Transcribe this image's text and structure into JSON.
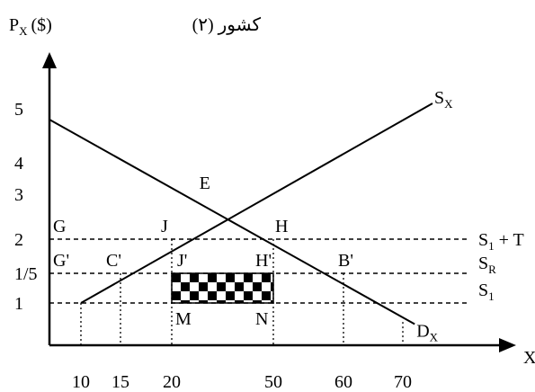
{
  "chart_data": {
    "type": "line",
    "title": "كشور (۲)",
    "ylabel_main": "P",
    "ylabel_sub": "X",
    "ylabel_unit": "($)",
    "xlabel": "X",
    "y_ticks": [
      {
        "label": "5",
        "value": 5
      },
      {
        "label": "4",
        "value": 4
      },
      {
        "label": "3",
        "value": 3
      },
      {
        "label": "2",
        "value": 2
      },
      {
        "label": "1/5",
        "value": 1.5
      },
      {
        "label": "1",
        "value": 1
      }
    ],
    "x_ticks": [
      {
        "label": "10",
        "value": 10
      },
      {
        "label": "15",
        "value": 15
      },
      {
        "label": "20",
        "value": 20
      },
      {
        "label": "50",
        "value": 50
      },
      {
        "label": "60",
        "value": 60
      },
      {
        "label": "70",
        "value": 70
      }
    ],
    "curves": [
      {
        "main": "S",
        "sub": "X",
        "from": [
          10,
          1
        ],
        "to": [
          75,
          5.1
        ]
      },
      {
        "main": "D",
        "sub": "X",
        "from": [
          0,
          4.8
        ],
        "to": [
          72,
          0.5
        ]
      }
    ],
    "levels": [
      {
        "main": "S",
        "sub": "1",
        "suffix": " + T",
        "y": 2
      },
      {
        "main": "S",
        "sub": "R",
        "suffix": "",
        "y": 1.5
      },
      {
        "main": "S",
        "sub": "1",
        "suffix": "",
        "y": 1
      }
    ],
    "points": [
      {
        "label": "E",
        "x": 30,
        "y": 3
      },
      {
        "label": "G",
        "x": 0,
        "y": 2
      },
      {
        "label": "J",
        "x": 20,
        "y": 2
      },
      {
        "label": "H",
        "x": 50,
        "y": 2
      },
      {
        "label": "G'",
        "x": 0,
        "y": 1.5
      },
      {
        "label": "C'",
        "x": 15,
        "y": 1.5
      },
      {
        "label": "J'",
        "x": 20,
        "y": 1.5
      },
      {
        "label": "H'",
        "x": 50,
        "y": 1.5
      },
      {
        "label": "B'",
        "x": 60,
        "y": 1.5
      },
      {
        "label": "M",
        "x": 20,
        "y": 1
      },
      {
        "label": "N",
        "x": 50,
        "y": 1
      }
    ],
    "shaded_region": {
      "x": [
        20,
        50
      ],
      "y": [
        1,
        1.5
      ],
      "pattern": "checkerboard"
    }
  }
}
